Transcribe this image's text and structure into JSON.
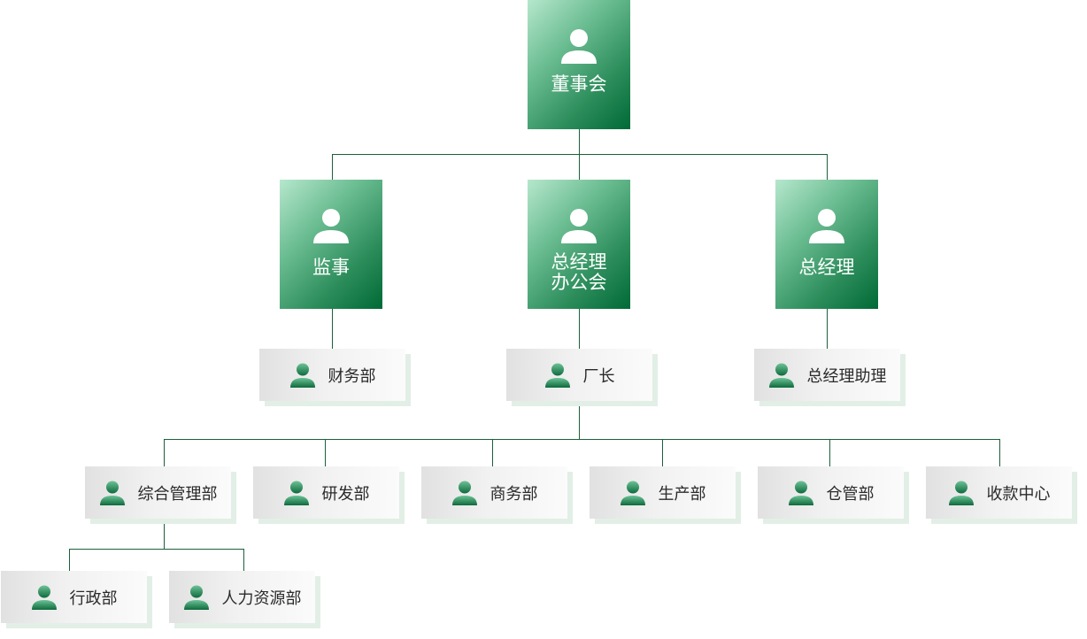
{
  "colors": {
    "line": "#1c5f3c",
    "top_box_gradient": [
      "#b6e7cd",
      "#006a36"
    ],
    "small_icon_gradient": [
      "#6cc396",
      "#0e6a3c"
    ]
  },
  "top": {
    "board": {
      "label": "董事会",
      "icon": "person-icon"
    }
  },
  "level2": {
    "supervisor": {
      "label": "监事",
      "icon": "person-icon"
    },
    "gm_office": {
      "label": "总经理\n办公会",
      "icon": "person-icon"
    },
    "gm": {
      "label": "总经理",
      "icon": "person-icon"
    }
  },
  "level3": {
    "finance": {
      "label": "财务部",
      "icon": "person-icon"
    },
    "factory_director": {
      "label": "厂长",
      "icon": "person-icon"
    },
    "gm_assistant": {
      "label": "总经理助理",
      "icon": "person-icon"
    }
  },
  "level4": {
    "general_mgmt": {
      "label": "综合管理部",
      "icon": "person-icon"
    },
    "rnd": {
      "label": "研发部",
      "icon": "person-icon"
    },
    "business": {
      "label": "商务部",
      "icon": "person-icon"
    },
    "production": {
      "label": "生产部",
      "icon": "person-icon"
    },
    "warehouse": {
      "label": "仓管部",
      "icon": "person-icon"
    },
    "collection": {
      "label": "收款中心",
      "icon": "person-icon"
    }
  },
  "level5": {
    "admin": {
      "label": "行政部",
      "icon": "person-icon"
    },
    "hr": {
      "label": "人力资源部",
      "icon": "person-icon"
    }
  }
}
